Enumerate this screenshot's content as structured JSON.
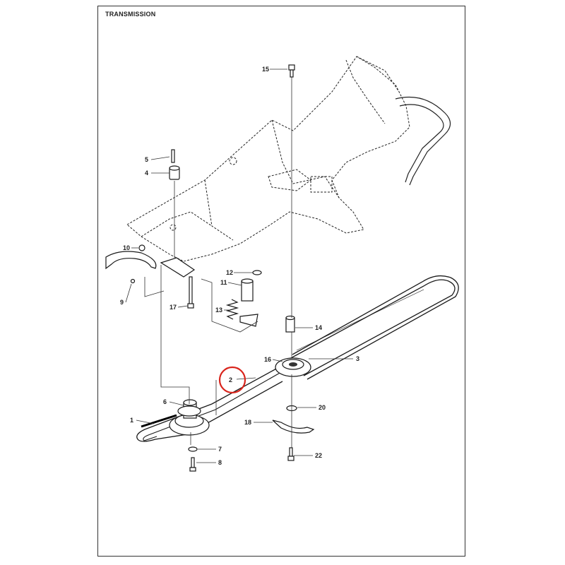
{
  "title": "TRANSMISSION",
  "highlight_color": "#d9241c",
  "callouts": [
    {
      "id": "1",
      "label": "1"
    },
    {
      "id": "2",
      "label": "2"
    },
    {
      "id": "3",
      "label": "3"
    },
    {
      "id": "4",
      "label": "4"
    },
    {
      "id": "5",
      "label": "5"
    },
    {
      "id": "6",
      "label": "6"
    },
    {
      "id": "7",
      "label": "7"
    },
    {
      "id": "8",
      "label": "8"
    },
    {
      "id": "9",
      "label": "9"
    },
    {
      "id": "10",
      "label": "10"
    },
    {
      "id": "11",
      "label": "11"
    },
    {
      "id": "12",
      "label": "12"
    },
    {
      "id": "13",
      "label": "13"
    },
    {
      "id": "14",
      "label": "14"
    },
    {
      "id": "15",
      "label": "15"
    },
    {
      "id": "16",
      "label": "16"
    },
    {
      "id": "17",
      "label": "17"
    },
    {
      "id": "18",
      "label": "18"
    },
    {
      "id": "20",
      "label": "20"
    },
    {
      "id": "22",
      "label": "22"
    }
  ]
}
